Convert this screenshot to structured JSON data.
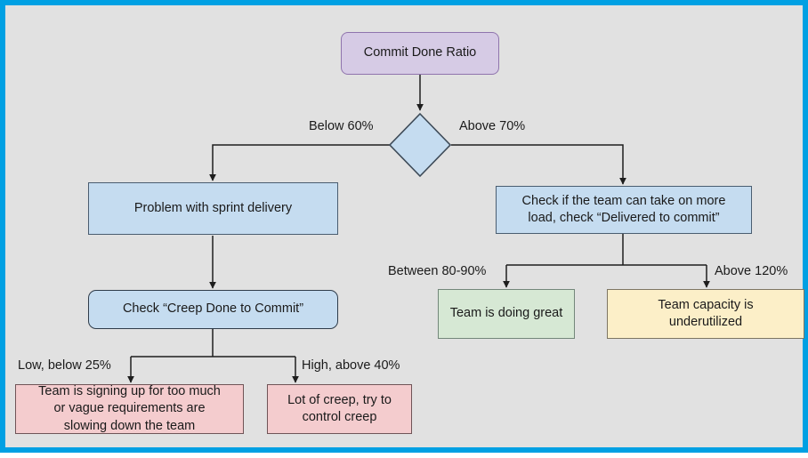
{
  "canvas": {
    "background_color": "#e1e1e1",
    "frame_color": "#00a0e3"
  },
  "diagram": {
    "type": "flowchart",
    "title_node": "Commit Done Ratio",
    "nodes": [
      {
        "id": "commit-done-ratio",
        "label": "Commit Done Ratio",
        "shape": "rounded-rect",
        "fill": "#d6cbe5",
        "stroke": "#8f74ad"
      },
      {
        "id": "decision",
        "label": "",
        "shape": "diamond",
        "fill": "#c5dcf0",
        "stroke": "#3d4a57"
      },
      {
        "id": "problem-sprint-delivery",
        "label": "Problem with sprint delivery",
        "shape": "rect",
        "fill": "#c5dcf0",
        "stroke": "#4a5d70"
      },
      {
        "id": "check-take-more-load",
        "label": "Check if the team can take on more\nload, check “Delivered to commit”",
        "shape": "rect",
        "fill": "#c5dcf0",
        "stroke": "#4a5d70"
      },
      {
        "id": "check-creep-done-to-commit",
        "label": "Check “Creep Done to Commit”",
        "shape": "rounded-rect",
        "fill": "#c5dcf0",
        "stroke": "#2f3c4a"
      },
      {
        "id": "team-doing-great",
        "label": "Team is doing great",
        "shape": "rect",
        "fill": "#d6e8d4",
        "stroke": "#73877a"
      },
      {
        "id": "team-capacity-underutilized",
        "label": "Team capacity is\nunderutilized",
        "shape": "rect",
        "fill": "#fcefc8",
        "stroke": "#7d7663"
      },
      {
        "id": "signing-up-too-much",
        "label": "Team is signing up for too much\nor vague requirements are\nslowing down the team",
        "shape": "rect",
        "fill": "#f4ccce",
        "stroke": "#6f5457"
      },
      {
        "id": "lot-of-creep",
        "label": "Lot of creep, try to\ncontrol creep",
        "shape": "rect",
        "fill": "#f4ccce",
        "stroke": "#6f5457"
      }
    ],
    "edge_labels": {
      "below_60": "Below 60%",
      "above_70": "Above 70%",
      "between_80_90": "Between 80-90%",
      "above_120": "Above 120%",
      "low_below_25": "Low, below 25%",
      "high_above_40": "High, above 40%"
    }
  }
}
